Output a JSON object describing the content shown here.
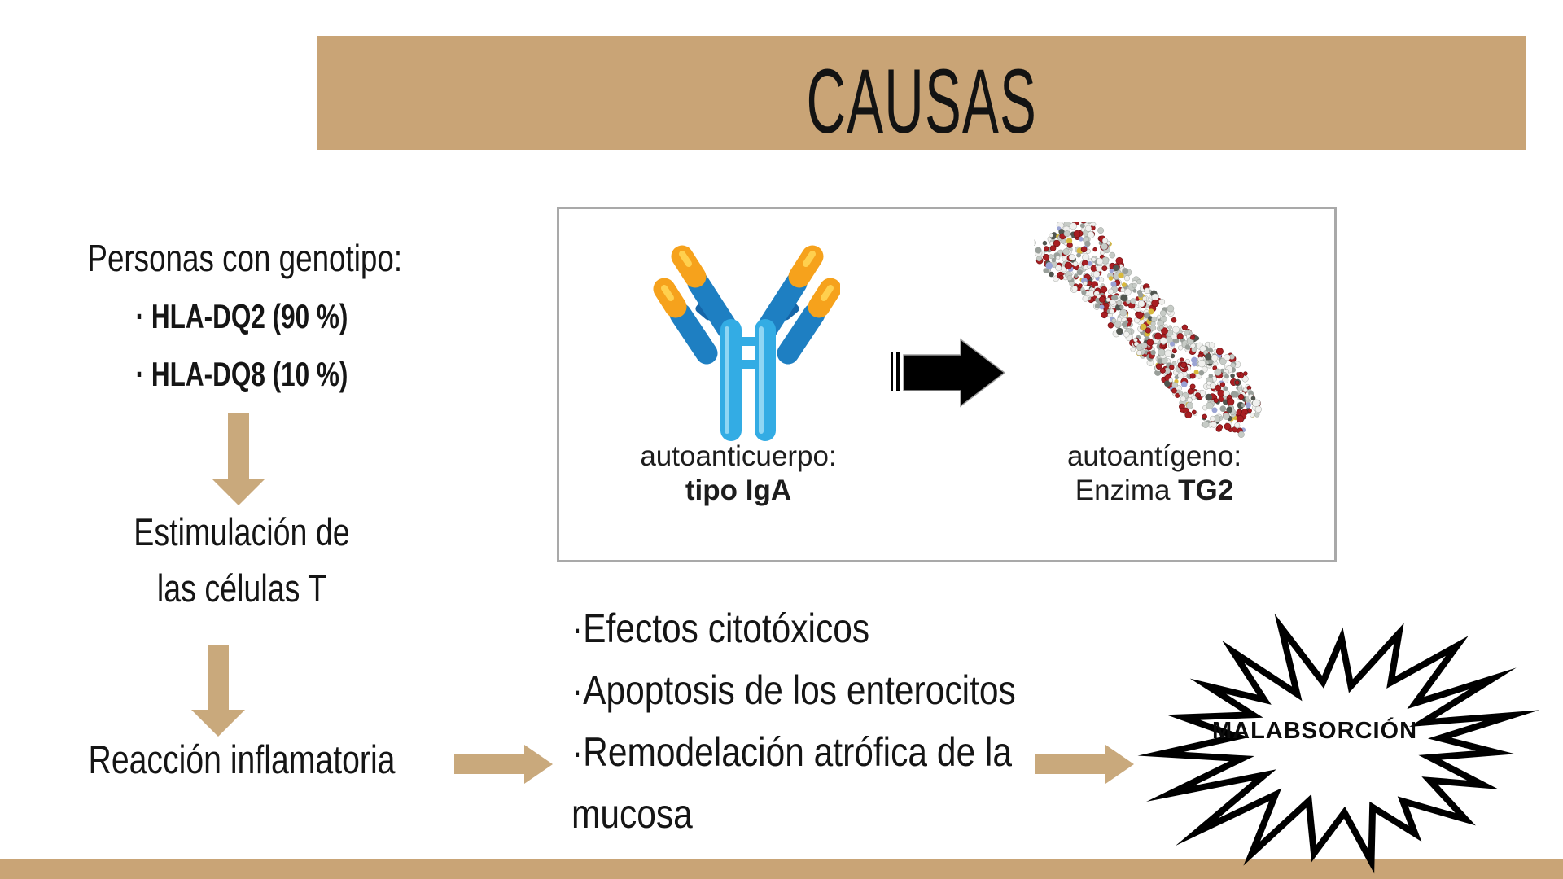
{
  "title": {
    "label": "CAUSAS"
  },
  "left_flow": {
    "heading": "Personas con genotipo:",
    "genotypes": [
      "· HLA-DQ2 (90 %)",
      "· HLA-DQ8 (10 %)"
    ],
    "step2_lines": [
      "Estimulación de",
      "las células T"
    ],
    "step3": "Reacción inflamatoria"
  },
  "antibody_box": {
    "autoantibody_label": "autoanticuerpo:",
    "autoantibody_type": "tipo IgA",
    "autoantigen_label": "autoantígeno:",
    "autoantigen_prefix": "Enzima ",
    "autoantigen_bold": "TG2"
  },
  "effects": {
    "lines": [
      "·Efectos citotóxicos",
      "·Apoptosis de los enterocitos",
      "·Remodelación atrófica de la",
      "mucosa"
    ]
  },
  "outcome": {
    "label": "MALABSORCIÓN"
  },
  "colors": {
    "banner_tan": "#c9a476",
    "arrow_tan": "#c9a97c",
    "bottom_bar_tan": "#c9a476",
    "box_border": "#a9a9a9",
    "text_dark": "#151515",
    "antibody_light_blue": "#33ace4",
    "antibody_medium_blue": "#1e7fc2",
    "antibody_dark_blue": "#1565a8",
    "antibody_orange": "#f6a21c",
    "antibody_yellow": "#ffd04e",
    "black_arrow": "#000000",
    "star_outline": "#000000",
    "molecule_red": "#a81e22",
    "molecule_white": "#f0f0ee",
    "molecule_light_gray": "#c6cbc6",
    "molecule_mid_gray": "#999f9a",
    "molecule_dark": "#51564f",
    "molecule_blue": "#9aa3d4",
    "molecule_yellow": "#d8b93c"
  }
}
